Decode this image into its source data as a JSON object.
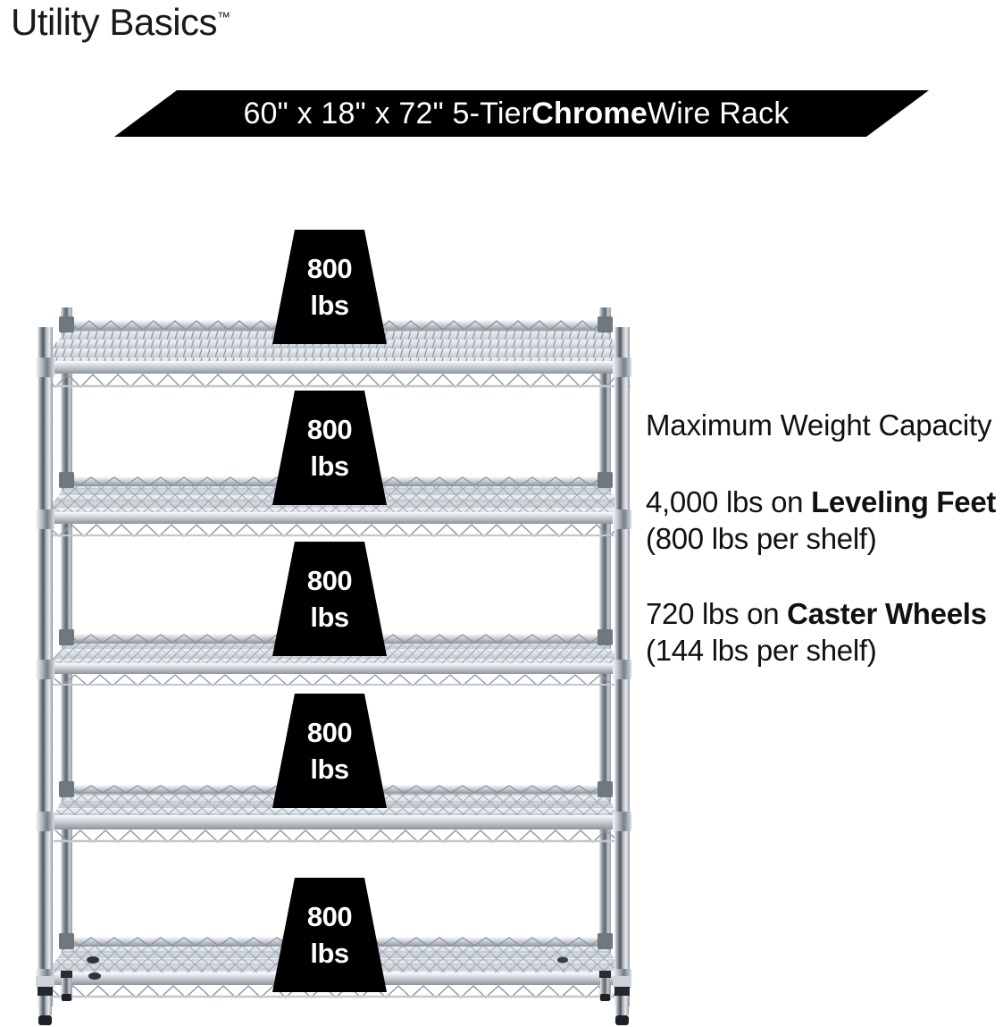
{
  "brand": {
    "name": "Utility Basics",
    "trademark": "™"
  },
  "banner": {
    "text_before": "60\" x 18\" x 72\" 5-Tier ",
    "text_bold": "Chrome",
    "text_after": " Wire Rack",
    "background_color": "#000000",
    "text_color": "#ffffff"
  },
  "product": {
    "illustration_name": "5-tier chrome wire rack",
    "tier_count": 5,
    "shelf_badges": [
      {
        "value": "800",
        "unit": "lbs"
      },
      {
        "value": "800",
        "unit": "lbs"
      },
      {
        "value": "800",
        "unit": "lbs"
      },
      {
        "value": "800",
        "unit": "lbs"
      },
      {
        "value": "800",
        "unit": "lbs"
      }
    ],
    "badge_color": "#000000",
    "badge_text_color": "#ffffff",
    "chrome_color": "#c9ced4"
  },
  "capacity": {
    "heading": "Maximum Weight Capacity",
    "items": [
      {
        "lead": "4,000 lbs on ",
        "emphasis": "Leveling Feet",
        "tail": " (800 lbs per shelf)"
      },
      {
        "lead": "720 lbs on ",
        "emphasis": "Caster Wheels",
        "tail": " (144 lbs per shelf)"
      }
    ]
  }
}
